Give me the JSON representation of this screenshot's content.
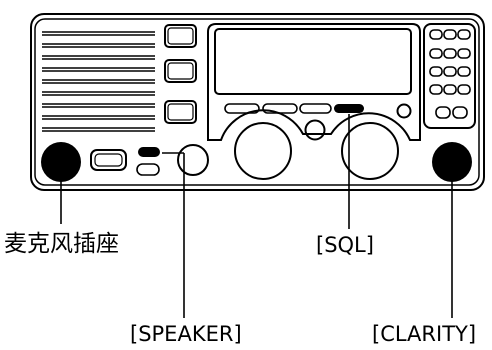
{
  "labels": {
    "microphone_jack": "麦克风插座",
    "sql": "[SQL]",
    "speaker": "[SPEAKER]",
    "clarity": "[CLARITY]"
  },
  "colors": {
    "ink": "#000000",
    "paper": "#ffffff"
  },
  "icons": [
    "microphone-jack-icon",
    "speaker-button-icon",
    "sql-knob-icon",
    "clarity-knob-icon"
  ]
}
